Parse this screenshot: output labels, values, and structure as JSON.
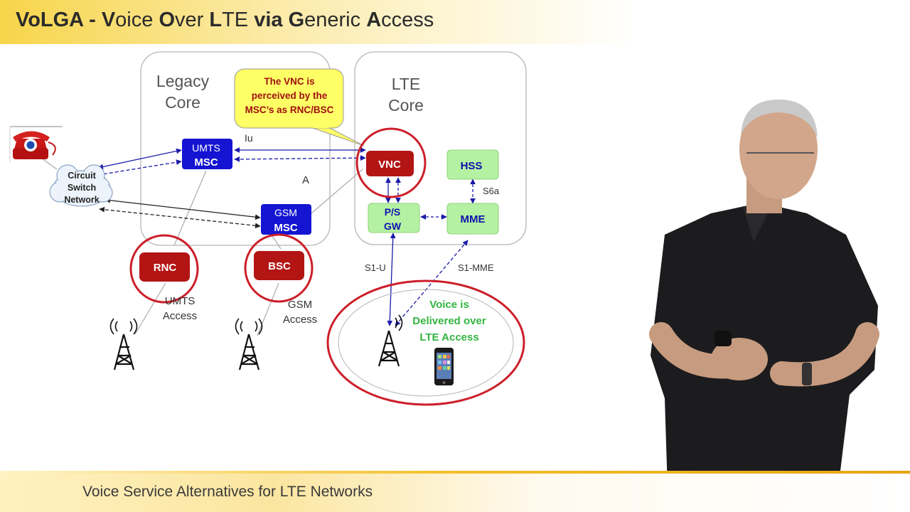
{
  "title": {
    "prefix": "VoLGA - ",
    "words": [
      {
        "first": "V",
        "rest": "oice "
      },
      {
        "first": "O",
        "rest": "ver "
      },
      {
        "first": "L",
        "rest": "TE "
      },
      {
        "first": "via",
        "rest": " "
      },
      {
        "first": "G",
        "rest": "eneric "
      },
      {
        "first": "A",
        "rest": "ccess"
      }
    ]
  },
  "footer": "Voice Service Alternatives for LTE Networks",
  "diagram": {
    "legacy_core": [
      "Legacy",
      "Core"
    ],
    "lte_core": [
      "LTE",
      "Core"
    ],
    "callout": [
      "The VNC is",
      "perceived by the",
      "MSC’s as RNC/BSC"
    ],
    "circuit_switch_network": [
      "Circuit",
      "Switch",
      "Network"
    ],
    "umts_msc": [
      "UMTS",
      "MSC"
    ],
    "gsm_msc": [
      "GSM",
      "MSC"
    ],
    "vnc": "VNC",
    "hss": "HSS",
    "mme": "MME",
    "ps_gw": [
      "P/S",
      "GW"
    ],
    "rnc": "RNC",
    "bsc": "BSC",
    "umts_access": [
      "UMTS",
      "Access"
    ],
    "gsm_access": [
      "GSM",
      "Access"
    ],
    "voice_delivered": [
      "Voice is",
      "Delivered over",
      "LTE Access"
    ],
    "labels": {
      "iu": "Iu",
      "a": "A",
      "s6a": "S6a",
      "s1u": "S1-U",
      "s1mme": "S1-MME"
    }
  },
  "colors": {
    "msc_blue": "#1414d2",
    "node_red": "#b31414",
    "lte_green": "#b5f1a2",
    "lte_text": "#1010b0",
    "callout_yellow": "#ffff66",
    "callout_text": "#a01010",
    "highlight_red": "#cc1f2a",
    "voice_green": "#33b540"
  },
  "icons": [
    "red-telephone-icon",
    "cloud-icon",
    "radio-tower-icon",
    "smartphone-icon"
  ]
}
